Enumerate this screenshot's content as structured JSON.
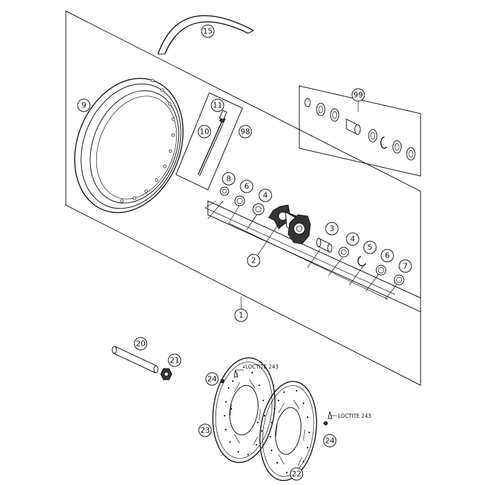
{
  "diagram": {
    "callouts": {
      "c1": "1",
      "c2": "2",
      "c3": "3",
      "c4a": "4",
      "c4b": "4",
      "c5": "5",
      "c6a": "6",
      "c6b": "6",
      "c7": "7",
      "c8": "8",
      "c9": "9",
      "c10": "10",
      "c11": "11",
      "c15": "15",
      "c20": "20",
      "c21": "21",
      "c22": "22",
      "c23": "23",
      "c24a": "24",
      "c24b": "24",
      "c98": "98",
      "c99": "99"
    },
    "notes": {
      "loctite_top": "LOCTITE 243",
      "loctite_right": "LOCTITE 243"
    }
  }
}
